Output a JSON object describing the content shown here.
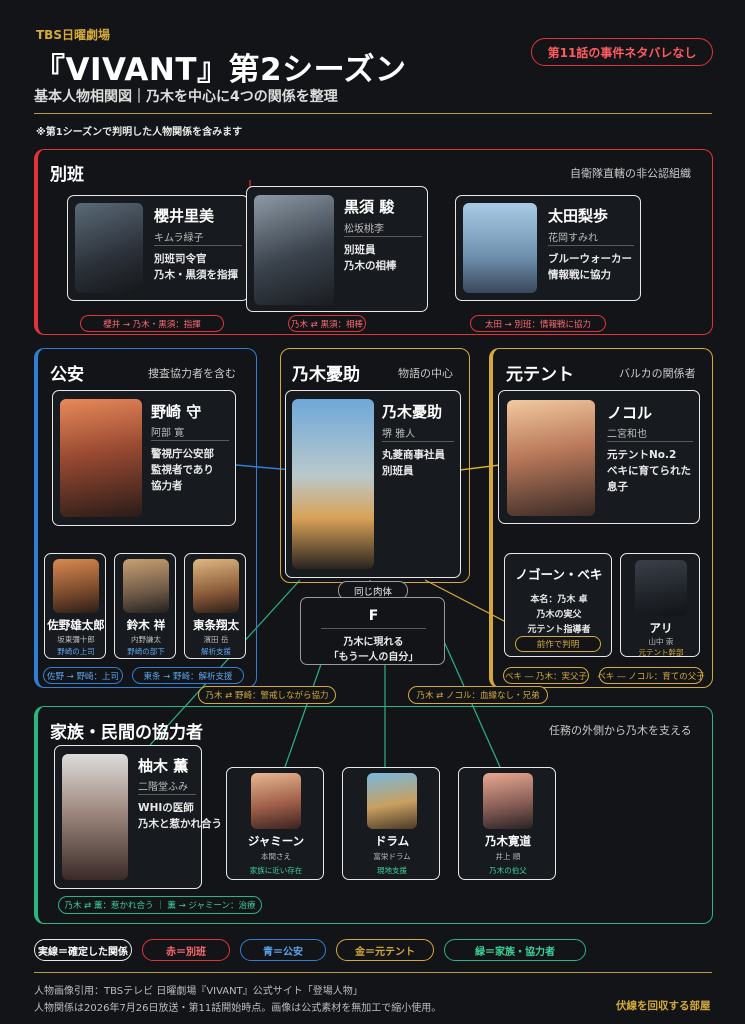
{
  "header": {
    "brand": "TBS日曜劇場",
    "title": "『VIVANT』第2シーズン",
    "subtitle": "基本人物相関図｜乃木を中心に4つの関係を整理",
    "spoiler": "第11話の事件ネタバレなし",
    "note": "※第1シーズンで判明した人物関係を含みます"
  },
  "colors": {
    "red": "#e0343c",
    "blue": "#2f7fd4",
    "gold": "#d4a93a",
    "green": "#2bb57f"
  },
  "beppan": {
    "title": "別班",
    "subtitle": "自衛隊直轄の非公認組織",
    "members": [
      {
        "name": "櫻井里美",
        "actor": "キムラ緑子",
        "desc1": "別班司令官",
        "desc2": "乃木・黒須を指揮"
      },
      {
        "name": "黒須 駿",
        "actor": "松坂桃李",
        "desc1": "別班員",
        "desc2": "乃木の相棒"
      },
      {
        "name": "太田梨歩",
        "actor": "花岡すみれ",
        "desc1": "ブルーウォーカー",
        "desc2": "情報戦に協力"
      }
    ],
    "relations": [
      "櫻井 → 乃木・黒須：指揮",
      "乃木 ⇄ 黒須：相棒",
      "太田 → 別班：情報戦に協力"
    ]
  },
  "koan": {
    "title": "公安",
    "subtitle": "捜査協力者を含む",
    "main": {
      "name": "野崎 守",
      "actor": "阿部 寛",
      "desc1": "警視庁公安部",
      "desc2": "監視者であり",
      "desc3": "協力者"
    },
    "members": [
      {
        "name": "佐野雄太郎",
        "actor": "坂東彌十郎",
        "role": "野崎の上司"
      },
      {
        "name": "鈴木 祥",
        "actor": "内野謙太",
        "role": "野崎の部下"
      },
      {
        "name": "東条翔太",
        "actor": "濱田 岳",
        "role": "解析支援"
      }
    ],
    "relations": [
      "佐野 → 野崎：上司",
      "東条 → 野崎：解析支援"
    ]
  },
  "nogi": {
    "title": "乃木憂助",
    "subtitle": "物語の中心",
    "name": "乃木憂助",
    "actor": "堺 雅人",
    "desc1": "丸菱商事社員",
    "desc2": "別班員",
    "same_body": "同じ肉体",
    "f_name": "F",
    "f_desc1": "乃木に現れる",
    "f_desc2": "「もう一人の自分」"
  },
  "tent": {
    "title": "元テント",
    "subtitle": "バルカの関係者",
    "main": {
      "name": "ノコル",
      "actor": "二宮和也",
      "desc1": "元テントNo.2",
      "desc2": "ベキに育てられた",
      "desc3": "息子"
    },
    "beki": {
      "name": "ノゴーン・ベキ",
      "desc1": "本名：乃木 卓",
      "desc2": "乃木の実父",
      "desc3": "元テント指導者",
      "badge": "前作で判明"
    },
    "ari": {
      "name": "アリ",
      "actor": "山中 崇",
      "role": "元テント幹部"
    },
    "relations": [
      "ベキ ― 乃木：実父子",
      "ベキ ― ノコル：育ての父子"
    ]
  },
  "cross_relations": [
    "乃木 ⇄ 野崎：警戒しながら協力",
    "乃木 ⇄ ノコル：血縁なし・兄弟"
  ],
  "family": {
    "title": "家族・民間の協力者",
    "subtitle": "任務の外側から乃木を支える",
    "main": {
      "name": "柚木 薫",
      "actor": "二階堂ふみ",
      "desc1": "WHIの医師",
      "desc2": "乃木と惹かれ合う"
    },
    "members": [
      {
        "name": "ジャミーン",
        "actor": "本間さえ",
        "role": "家族に近い存在"
      },
      {
        "name": "ドラム",
        "actor": "富栄ドラム",
        "role": "現地支援"
      },
      {
        "name": "乃木寛道",
        "actor": "井上 順",
        "role": "乃木の伯父"
      }
    ],
    "relation": "乃木 ⇄ 薫：惹かれ合う ｜ 薫 → ジャミーン：治療"
  },
  "legend": [
    "実線＝確定した関係",
    "赤＝別班",
    "青＝公安",
    "金＝元テント",
    "緑＝家族・協力者"
  ],
  "footer": {
    "line1": "人物画像引用：TBSテレビ 日曜劇場『VIVANT』公式サイト「登場人物」",
    "line2": "人物関係は2026年7月26日放送・第11話開始時点。画像は公式素材を無加工で縮小使用。",
    "credit": "伏線を回収する部屋"
  }
}
